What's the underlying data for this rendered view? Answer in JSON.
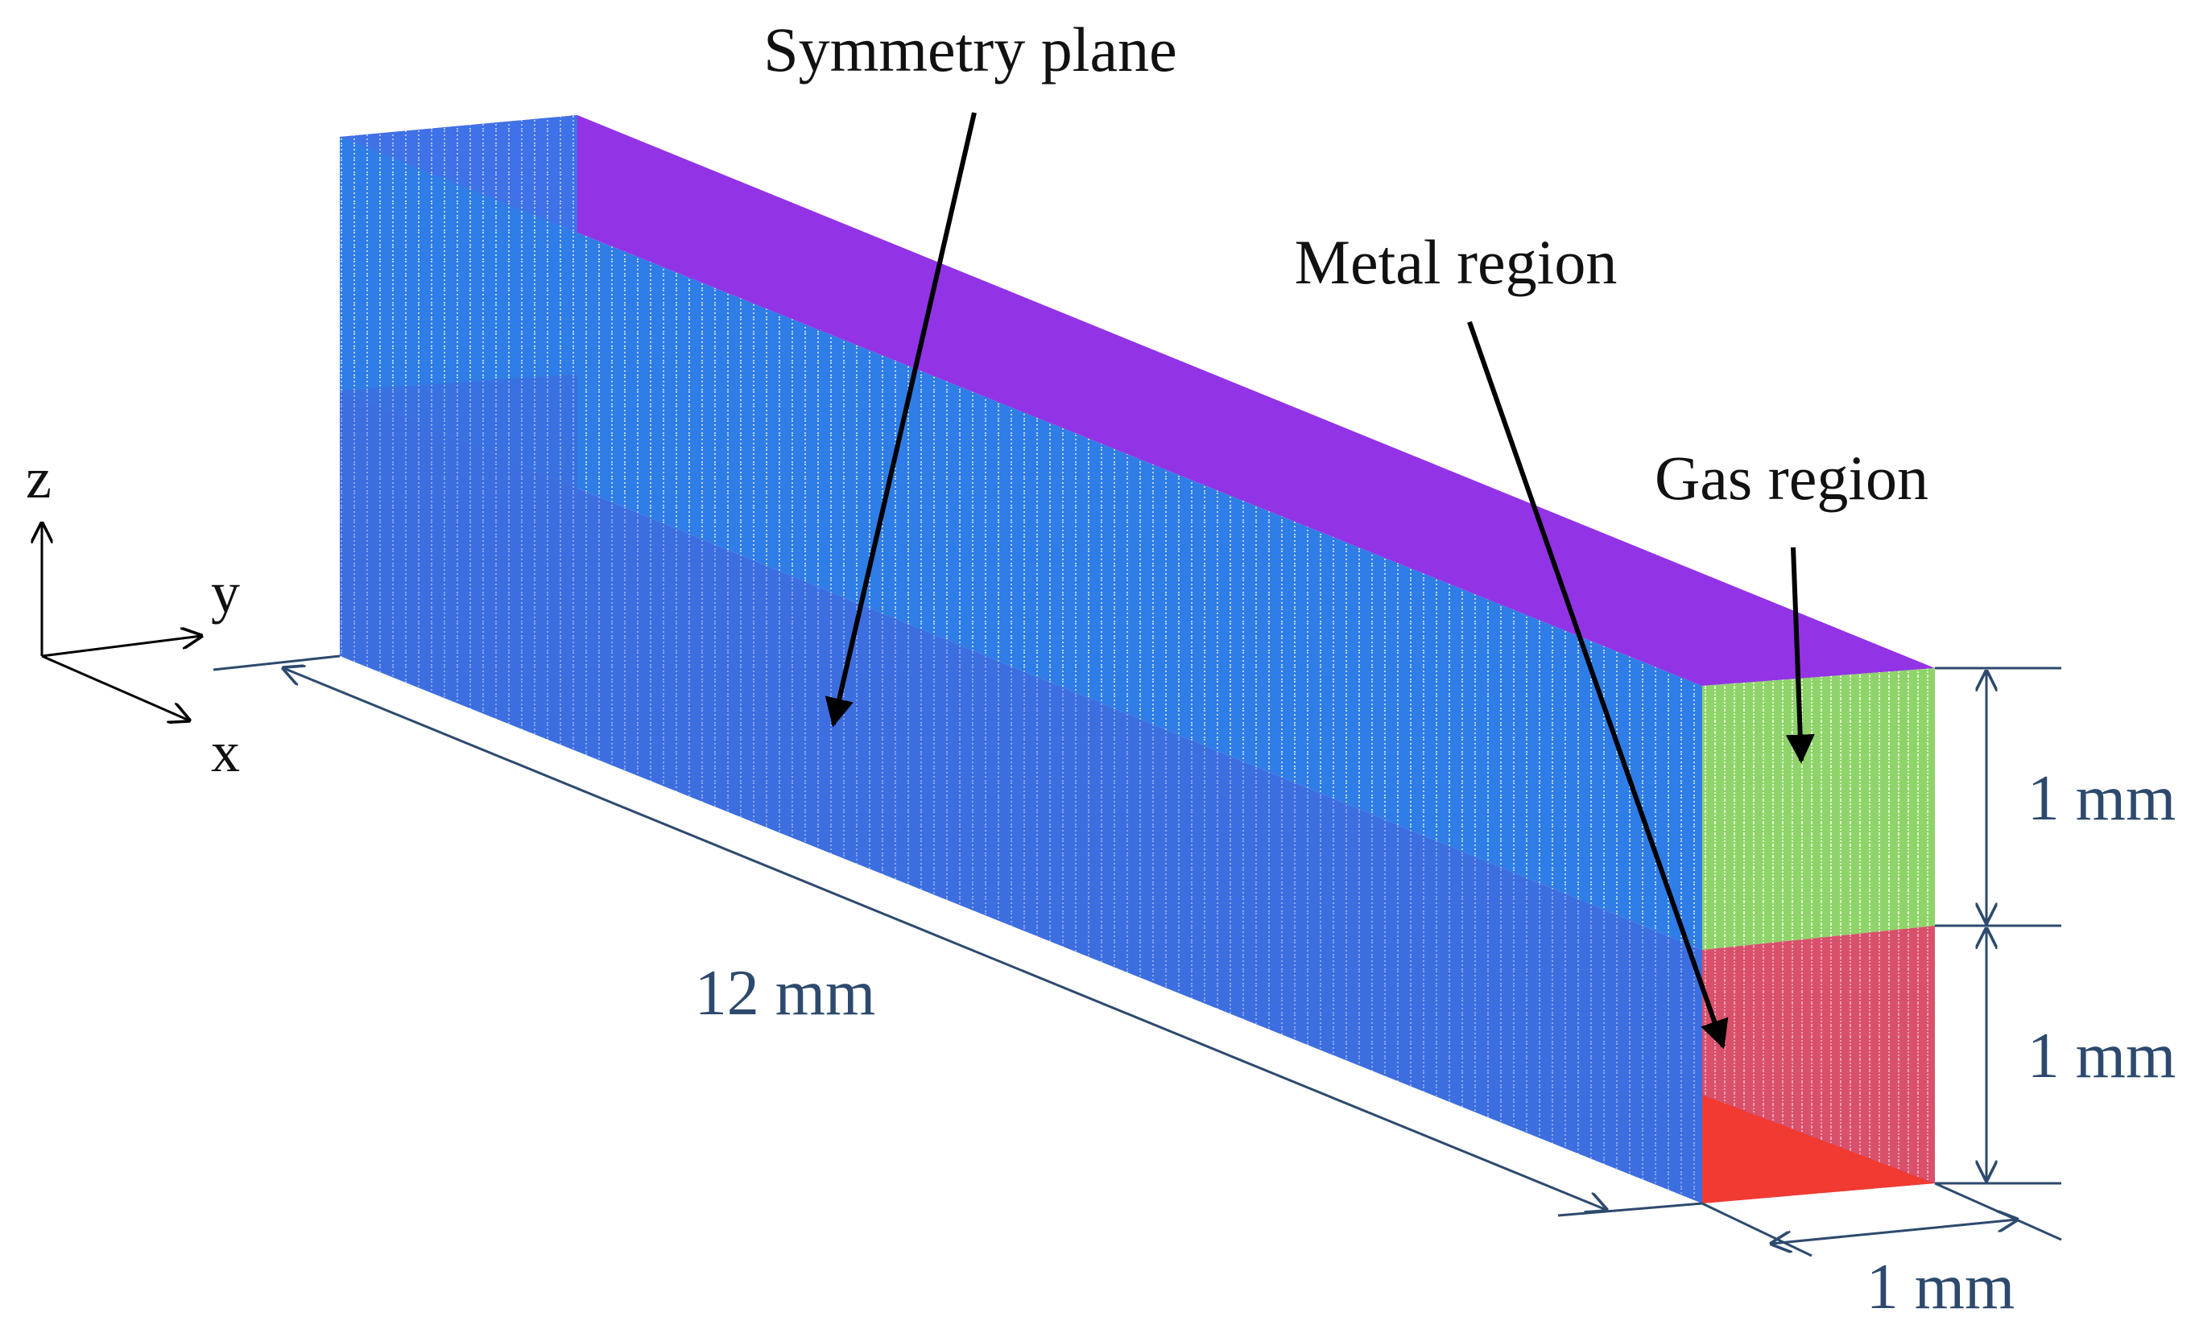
{
  "labels": {
    "symmetry_plane": "Symmetry plane",
    "metal_region": "Metal region",
    "gas_region": "Gas region"
  },
  "axes": {
    "z": "z",
    "y": "y",
    "x": "x"
  },
  "dimensions": {
    "length": "12 mm",
    "gas_height": "1 mm",
    "metal_height": "1 mm",
    "width": "1 mm"
  },
  "colors": {
    "top_face": "#9333e6",
    "side_face_gas": "#2f7de6",
    "side_face_metal": "#3d6ee0",
    "end_face_gas": "#8fd46a",
    "end_face_metal": "#d9506a",
    "metal_bottom": "#f03a32",
    "dimension_lines": "#2d4a6e",
    "arrows": "#000000"
  }
}
